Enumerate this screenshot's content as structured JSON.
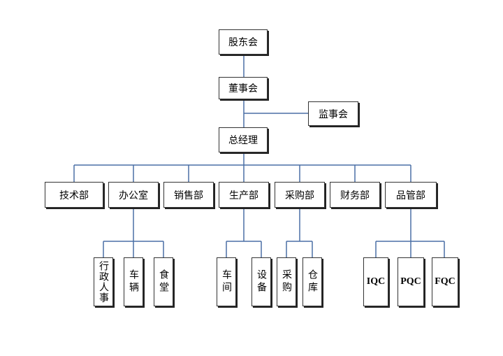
{
  "top": {
    "shareholders": "股东会",
    "board": "董事会",
    "supervisors": "监事会",
    "gm": "总经理"
  },
  "departments": {
    "tech": "技术部",
    "office": "办公室",
    "sales": "销售部",
    "production": "生产部",
    "purchasing": "采购部",
    "finance": "财务部",
    "quality": "品管部"
  },
  "sub": {
    "admin": "行政人事",
    "vehicles": "车辆",
    "canteen": "食堂",
    "workshop": "车间",
    "equipment": "设备",
    "purchase": "采购",
    "warehouse": "仓库",
    "iqc": "IQC",
    "pqc": "PQC",
    "fqc": "FQC"
  },
  "colors": {
    "connector": "#4a6fa5",
    "border": "#333333"
  }
}
